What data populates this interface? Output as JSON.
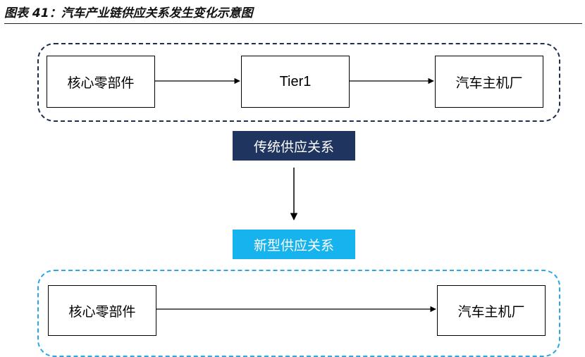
{
  "figure": {
    "title": "图表 41：汽车产业链供应关系发生变化示意图"
  },
  "traditional": {
    "label": "传统供应关系",
    "nodes": [
      "核心零部件",
      "Tier1",
      "汽车主机厂"
    ]
  },
  "new": {
    "label": "新型供应关系",
    "nodes": [
      "核心零部件",
      "汽车主机厂"
    ]
  },
  "colors": {
    "traditional_accent": "#1f3560",
    "new_accent": "#17b3ee",
    "traditional_border": "#1f2d4e",
    "new_border": "#2aa7e8"
  }
}
